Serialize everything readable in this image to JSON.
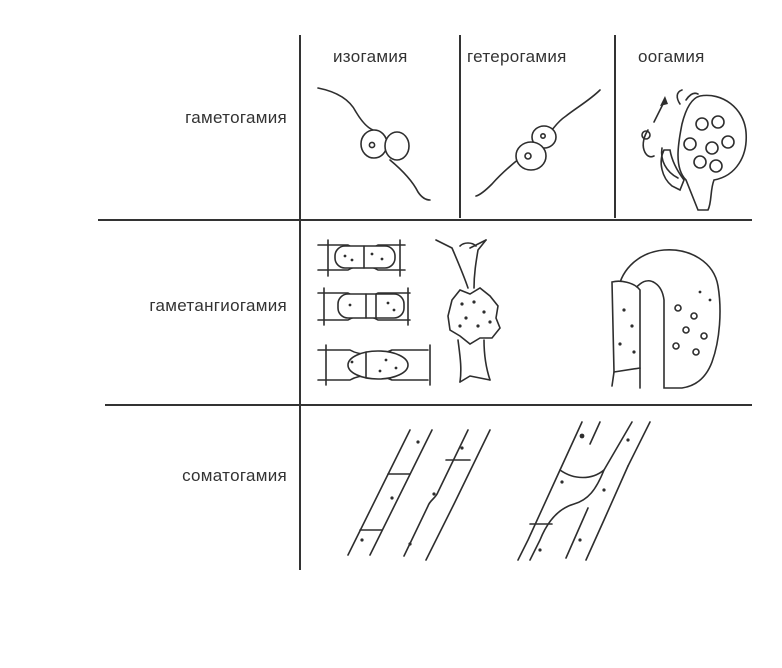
{
  "columns": [
    {
      "id": "isogamy",
      "label": "изогамия"
    },
    {
      "id": "heterogamy",
      "label": "гетерогамия"
    },
    {
      "id": "oogamy",
      "label": "оогамия"
    }
  ],
  "rows": [
    {
      "id": "gametogamy",
      "label": "гаметогамия"
    },
    {
      "id": "gametangiogamy",
      "label": "гаметангиогамия"
    },
    {
      "id": "somatogamy",
      "label": "соматогамия"
    }
  ],
  "colors": {
    "line": "#2e2e2e",
    "text": "#333333",
    "background": "#ffffff"
  }
}
